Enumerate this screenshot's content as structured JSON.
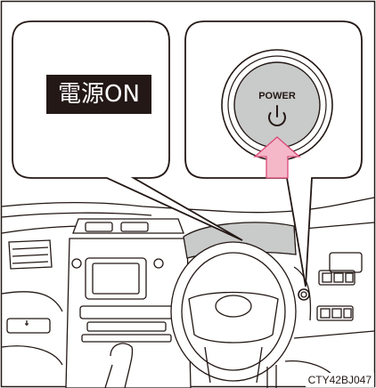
{
  "display_status_label": "電源ON",
  "power_button_label": "POWER",
  "figure_code": "CTY42BJ047",
  "colors": {
    "line": "#231815",
    "button_gray": "#c9caca",
    "arrow_pink": "#f4b8c9",
    "arrow_outline": "#d94a77",
    "dash_gray": "#bdbdbd",
    "label_bg": "#231815"
  },
  "icons": [
    "power-symbol-icon",
    "press-arrow-icon"
  ]
}
